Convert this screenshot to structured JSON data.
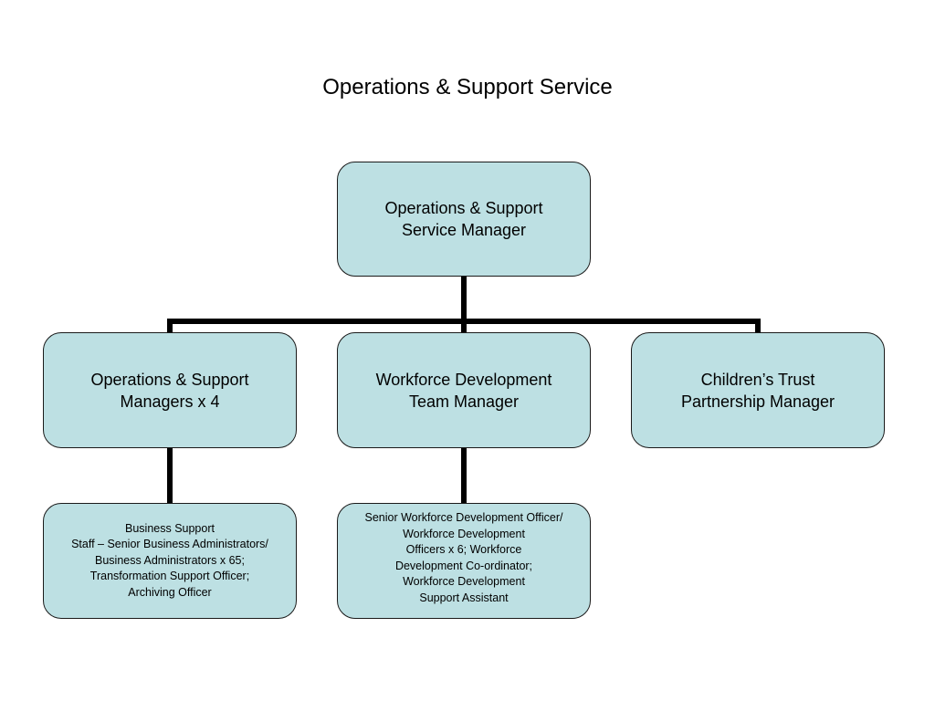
{
  "title": "Operations & Support Service",
  "colors": {
    "box_fill": "#bde0e3",
    "connector": "#000000"
  },
  "nodes": {
    "top": "Operations & Support\nService Manager",
    "ops_managers": "Operations & Support\nManagers x 4",
    "wfd_manager": "Workforce Development\nTeam Manager",
    "ctp_manager": "Children’s Trust\nPartnership Manager",
    "business_support": "Business Support\nStaff – Senior Business Administrators/\nBusiness Administrators x 65;\nTransformation Support Officer;\nArchiving Officer",
    "wfd_staff": "Senior Workforce Development Officer/\nWorkforce Development\nOfficers x 6;  Workforce\nDevelopment Co-ordinator;\nWorkforce Development\nSupport Assistant"
  }
}
